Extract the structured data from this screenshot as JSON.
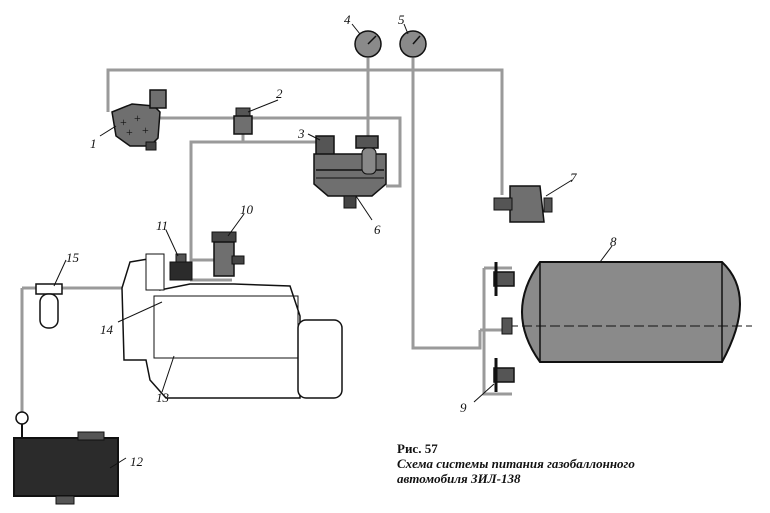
{
  "figure": {
    "label": "Рис. 57",
    "caption_line1": "Схема системы питания газобаллонного",
    "caption_line2": "автомобиля ЗИЛ-138"
  },
  "callouts": [
    "1",
    "2",
    "3",
    "4",
    "5",
    "6",
    "7",
    "8",
    "9",
    "10",
    "11",
    "12",
    "13",
    "14",
    "15"
  ],
  "colors": {
    "ink": "#111111",
    "pipe": "#9a9a9a",
    "body_fill": "#6f6f6f",
    "tank_fill": "#8a8a8a",
    "dark_fill": "#2b2b2b"
  }
}
